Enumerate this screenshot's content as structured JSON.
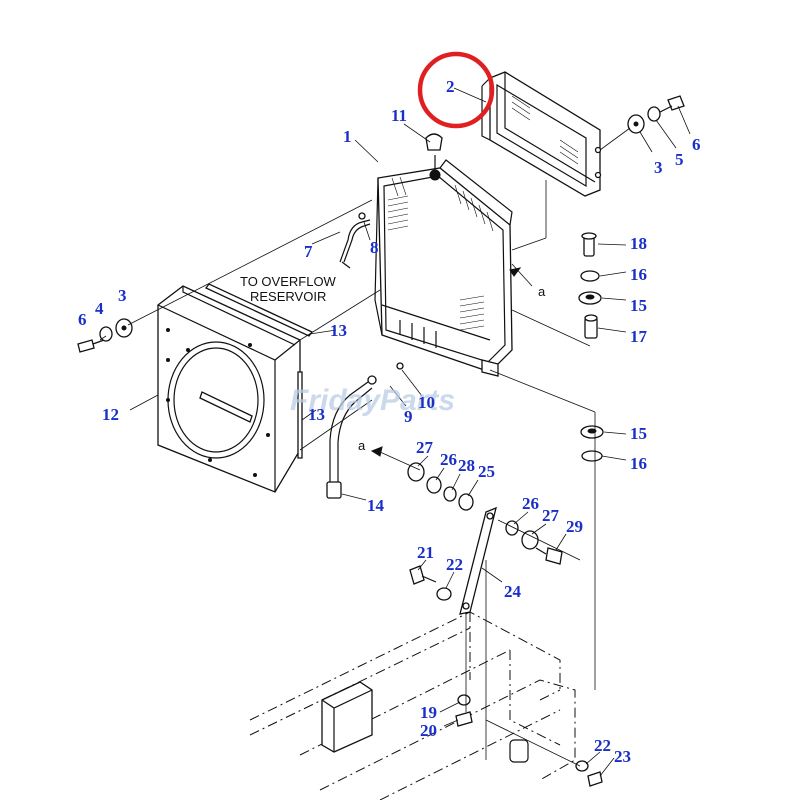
{
  "labels": {
    "p1": "1",
    "p2": "2",
    "p3a": "3",
    "p5": "5",
    "p6a": "6",
    "p3b": "3",
    "p4": "4",
    "p6b": "6",
    "p7": "7",
    "p8": "8",
    "p9": "9",
    "p10": "10",
    "p11": "11",
    "p12": "12",
    "p13a": "13",
    "p13b": "13",
    "p14": "14",
    "p15a": "15",
    "p15b": "15",
    "p16a": "16",
    "p16b": "16",
    "p17": "17",
    "p18": "18",
    "p19": "19",
    "p20": "20",
    "p21": "21",
    "p22a": "22",
    "p22b": "22",
    "p23": "23",
    "p24": "24",
    "p25": "25",
    "p26a": "26",
    "p26b": "26",
    "p27a": "27",
    "p27b": "27",
    "p28": "28",
    "p29": "29"
  },
  "notes": {
    "overflow_line1": "TO OVERFLOW",
    "overflow_line2": "RESERVOIR",
    "ref_a1": "a",
    "ref_a2": "a"
  },
  "watermark": "FridayParts",
  "colors": {
    "callout_number": "#1a2fc8",
    "highlight_circle": "#e02020",
    "line_art": "#111111"
  }
}
